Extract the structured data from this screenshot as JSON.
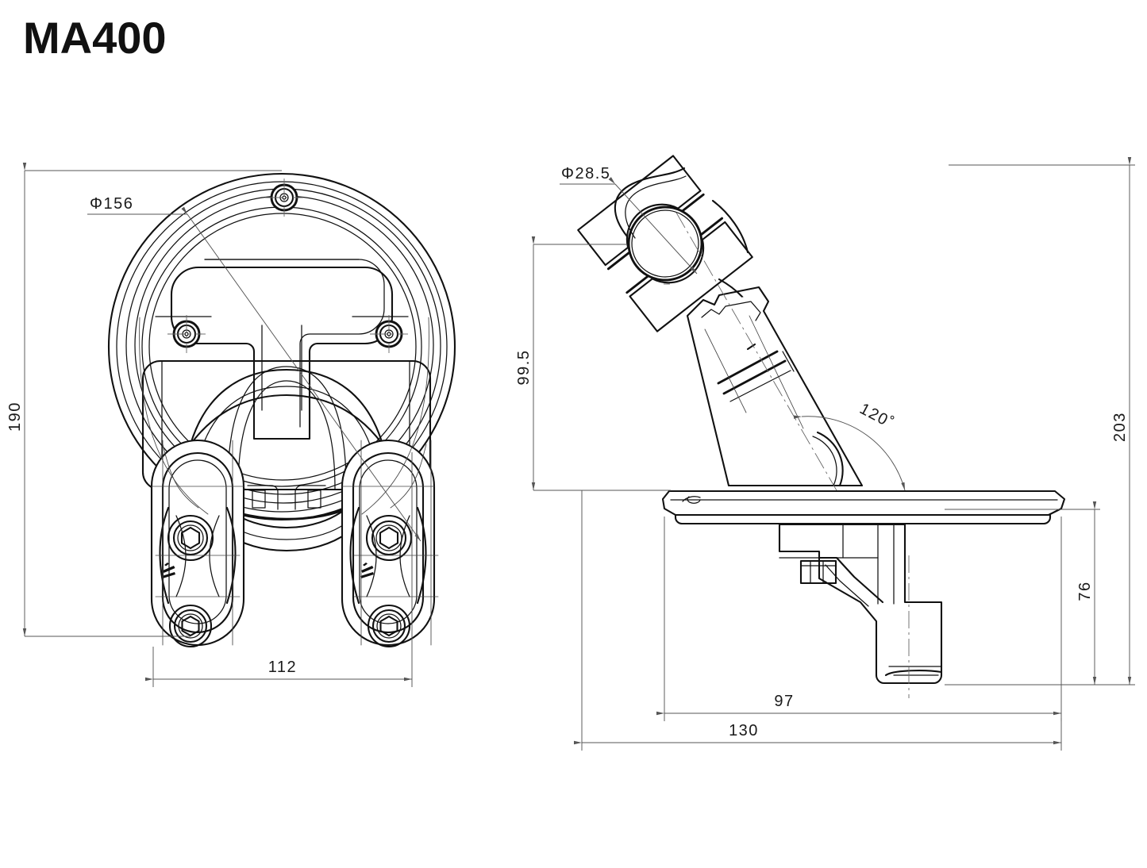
{
  "title": "MA400",
  "drawing": {
    "type": "engineering-drawing",
    "description": "Two orthographic projections of a handlebar mount bracket assembly MA400",
    "views": [
      {
        "name": "front-view",
        "label": "",
        "features": [
          "circular base plate",
          "T-shaped slot",
          "three countersunk screw holes",
          "two clamp arms with hex socket bolts"
        ]
      },
      {
        "name": "side-view",
        "label": "",
        "features": [
          "angled bar clamp with circular bore",
          "tapered arm",
          "flat mounting plate",
          "lower offset bracket with hex nut"
        ]
      }
    ]
  },
  "dimensions": {
    "front": {
      "height": "190",
      "diameter": "Φ156",
      "width": "112"
    },
    "side": {
      "bore_diameter": "Φ28.5",
      "clamp_height": "99.5",
      "total_height": "203",
      "angle": "120˚",
      "lower_drop": "76",
      "plate_inner_width": "97",
      "plate_width": "130"
    }
  },
  "colors": {
    "line": "#111111",
    "dimension_line": "#555555",
    "background": "#ffffff",
    "text": "#1a1a1a"
  }
}
